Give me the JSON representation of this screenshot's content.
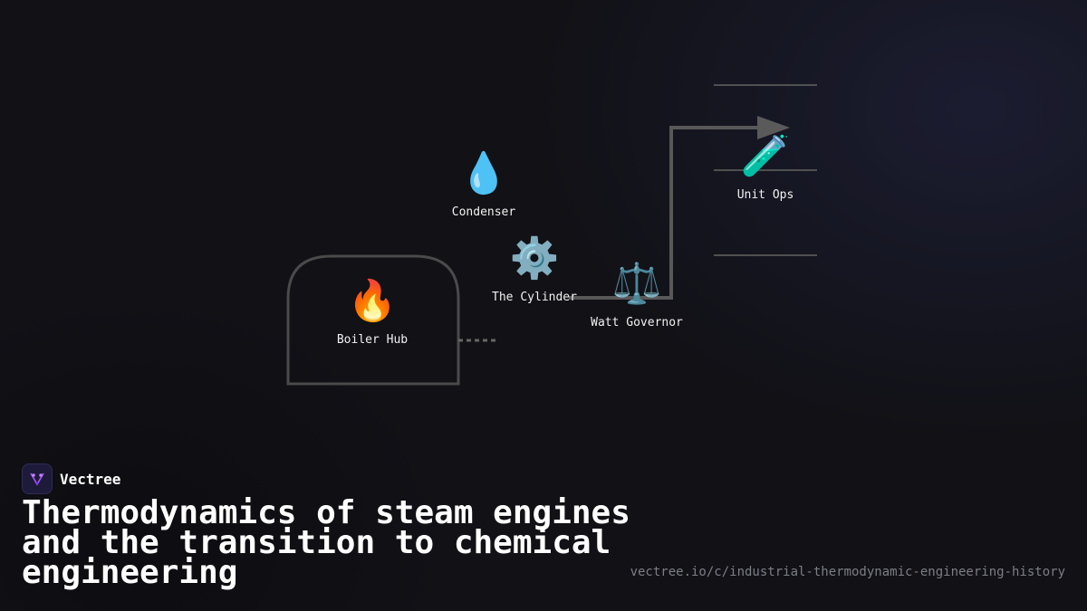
{
  "diagram": {
    "nodes": [
      {
        "id": "boiler",
        "icon": "fire-icon",
        "emoji": "🔥",
        "label": "Boiler Hub"
      },
      {
        "id": "condenser",
        "icon": "droplet-icon",
        "emoji": "💧",
        "label": "Condenser"
      },
      {
        "id": "cylinder",
        "icon": "gear-icon",
        "emoji": "⚙️",
        "label": "The Cylinder"
      },
      {
        "id": "governor",
        "icon": "balance-scale-icon",
        "emoji": "⚖️",
        "label": "Watt Governor"
      },
      {
        "id": "unitops",
        "icon": "test-tube-icon",
        "emoji": "🧪",
        "label": "Unit Ops"
      }
    ]
  },
  "brand": {
    "name": "Vectree",
    "logo_icon": "vectree-logo-icon",
    "accent": "#a855f7"
  },
  "title": "Thermodynamics of steam engines and the transition to chemical engineering",
  "url": "vectree.io/c/industrial-thermodynamic-engineering-history",
  "colors": {
    "background": "#111116",
    "line": "#555555",
    "text": "#ffffff",
    "muted": "#7d7d86"
  }
}
